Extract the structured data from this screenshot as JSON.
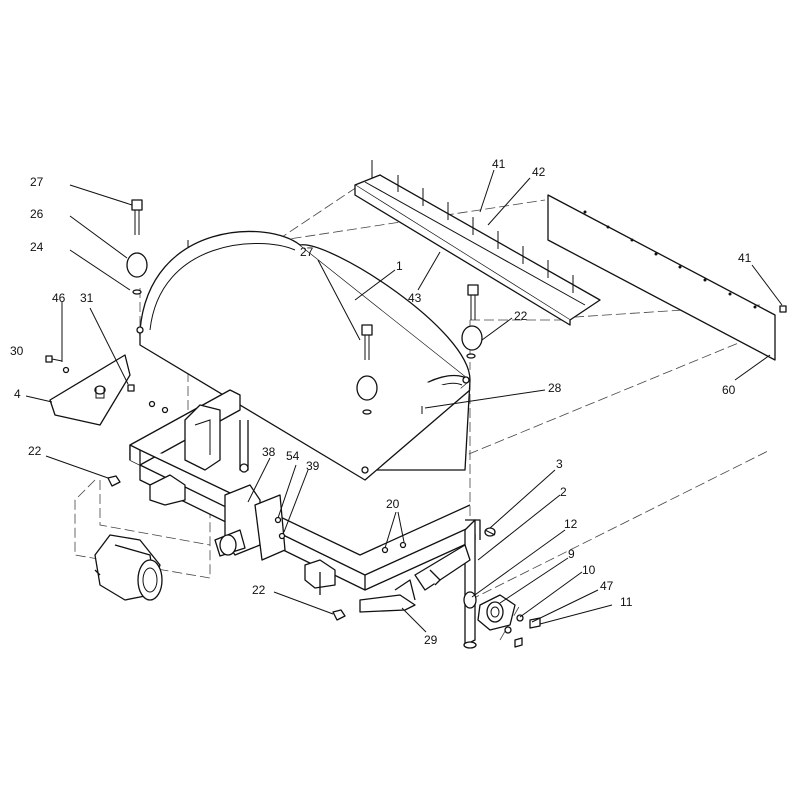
{
  "callouts": [
    {
      "id": "27a",
      "label": "27"
    },
    {
      "id": "26",
      "label": "26"
    },
    {
      "id": "24",
      "label": "24"
    },
    {
      "id": "46",
      "label": "46"
    },
    {
      "id": "31",
      "label": "31"
    },
    {
      "id": "30",
      "label": "30"
    },
    {
      "id": "4",
      "label": "4"
    },
    {
      "id": "22a",
      "label": "22"
    },
    {
      "id": "41a",
      "label": "41"
    },
    {
      "id": "42",
      "label": "42"
    },
    {
      "id": "43",
      "label": "43"
    },
    {
      "id": "1",
      "label": "1"
    },
    {
      "id": "27b",
      "label": "27"
    },
    {
      "id": "22b",
      "label": "22"
    },
    {
      "id": "28",
      "label": "28"
    },
    {
      "id": "41b",
      "label": "41"
    },
    {
      "id": "60",
      "label": "60"
    },
    {
      "id": "38",
      "label": "38"
    },
    {
      "id": "54",
      "label": "54"
    },
    {
      "id": "39",
      "label": "39"
    },
    {
      "id": "20",
      "label": "20"
    },
    {
      "id": "3",
      "label": "3"
    },
    {
      "id": "2",
      "label": "2"
    },
    {
      "id": "12",
      "label": "12"
    },
    {
      "id": "9",
      "label": "9"
    },
    {
      "id": "10",
      "label": "10"
    },
    {
      "id": "47",
      "label": "47"
    },
    {
      "id": "11",
      "label": "11"
    },
    {
      "id": "22c",
      "label": "22"
    },
    {
      "id": "29",
      "label": "29"
    }
  ]
}
